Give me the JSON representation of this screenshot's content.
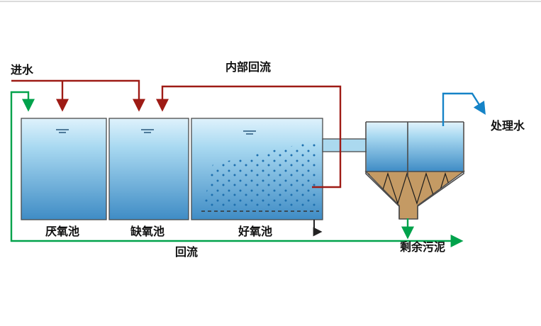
{
  "diagram": {
    "labels": {
      "influent": "进水",
      "internal_recycle": "内部回流",
      "treated_water": "处理水",
      "anaerobic_tank": "厌氧池",
      "anoxic_tank": "缺氧池",
      "aerobic_tank": "好氧池",
      "return_flow": "回流",
      "excess_sludge": "剩余污泥"
    },
    "colors": {
      "influent-line": "#9e1b15",
      "return-line": "#00a24b",
      "effluent-line": "#1583c7",
      "water-top": "#dff2fc",
      "water-bottom": "#3f8cc5",
      "sludge-fill": "#c49a64",
      "outline": "#4a4a4a",
      "label-text": "#111111"
    }
  }
}
